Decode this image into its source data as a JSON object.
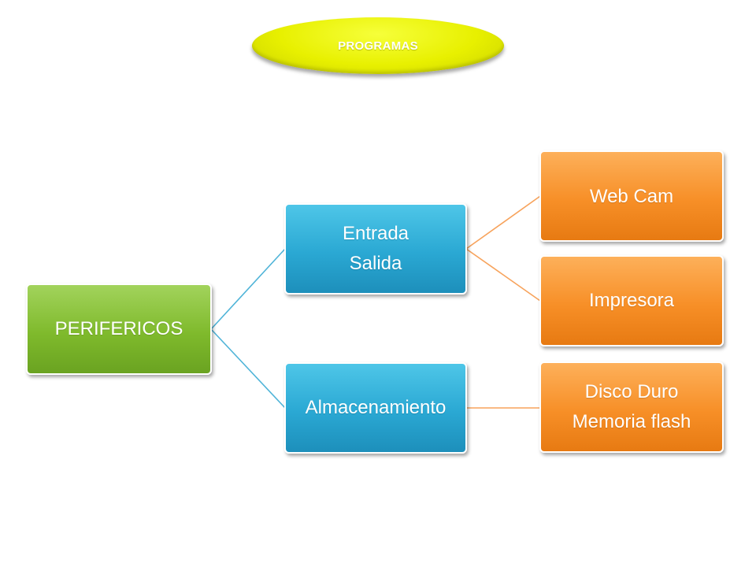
{
  "header": {
    "label": "PROGRAMAS"
  },
  "diagram": {
    "root": {
      "label": "PERIFERICOS"
    },
    "io": {
      "lines": [
        "Entrada",
        "Salida"
      ]
    },
    "storage": {
      "label": "Almacenamiento"
    },
    "webcam": {
      "label": "Web Cam"
    },
    "printer": {
      "label": "Impresora"
    },
    "disks": {
      "lines": [
        "Disco Duro",
        "Memoria flash"
      ]
    }
  },
  "colors": {
    "root": "#7fba2c",
    "level1": "#2aa8d3",
    "level2": "#f78f27",
    "header": "#e8f000",
    "connector_blue": "#4fb4d8",
    "connector_orange": "#f7a35c"
  }
}
